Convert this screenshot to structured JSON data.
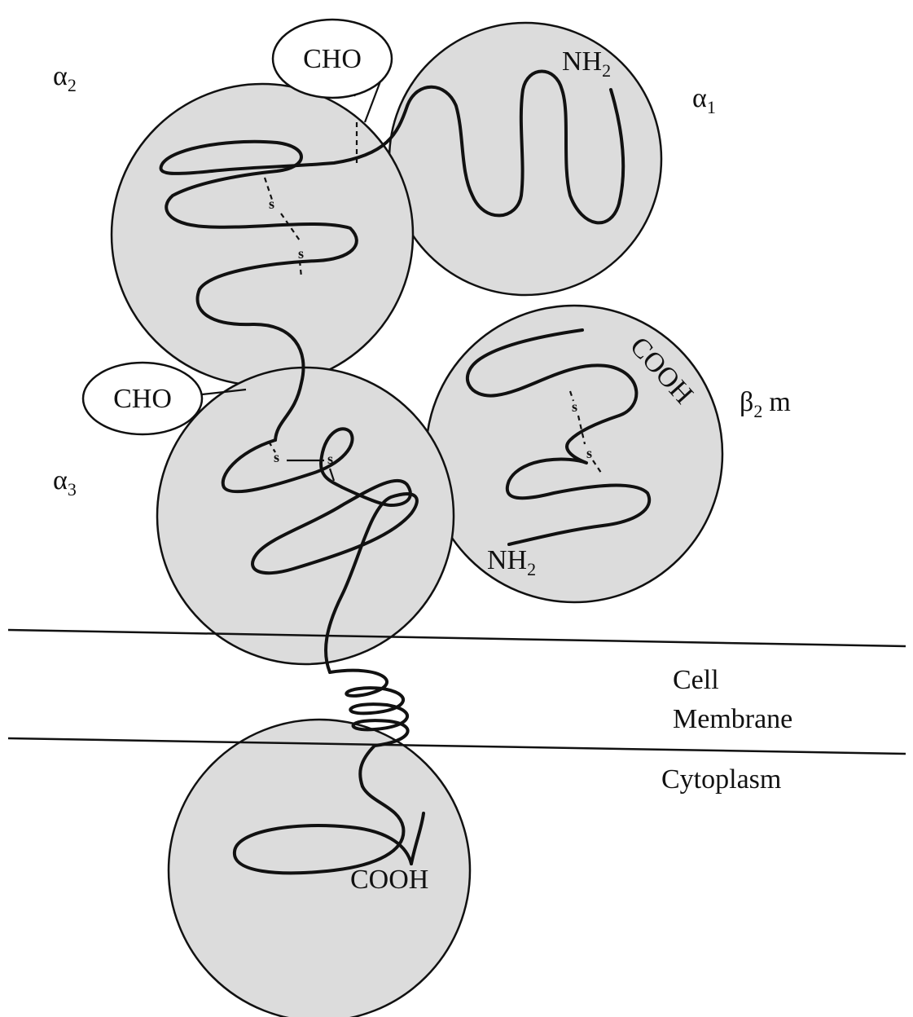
{
  "domains": {
    "alpha1": {
      "symbol": "α",
      "subscript": "1"
    },
    "alpha2": {
      "symbol": "α",
      "subscript": "2"
    },
    "alpha3": {
      "symbol": "α",
      "subscript": "3"
    },
    "beta2m": {
      "symbol": "β",
      "subscript": "2",
      "suffix": "m"
    }
  },
  "carbohydrate_label": "CHO",
  "terminals": {
    "nh2": {
      "base": "NH",
      "subscript": "2"
    },
    "cooh": "COOH"
  },
  "disulfide_label": "s",
  "regions": {
    "membrane_line1": "Cell",
    "membrane_line2": "Membrane",
    "cytoplasm": "Cytoplasm"
  }
}
